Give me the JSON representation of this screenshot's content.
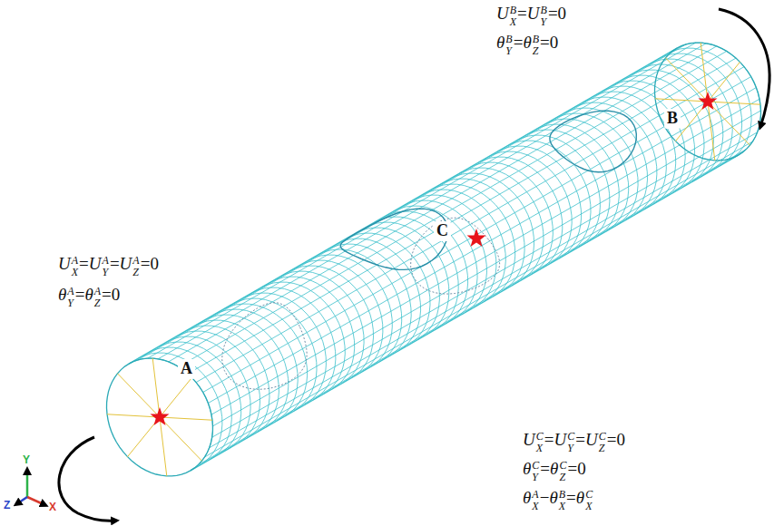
{
  "diagram": {
    "labels": [
      "UXB=UYB=0",
      "θYB=θZB=0",
      "B",
      "C",
      "UXA=UYA=UZA=0",
      "θYA=θZA=0",
      "A",
      "UXC=UYC=UZC=0",
      "θYC=θZC=0",
      "θXA−θXB=θXC",
      "Y",
      "Z",
      "X"
    ]
  }
}
